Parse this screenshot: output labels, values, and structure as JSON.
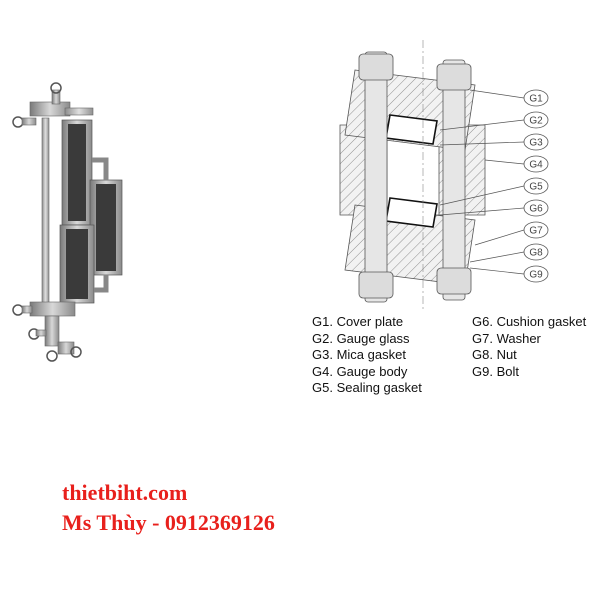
{
  "legend": {
    "col1": [
      {
        "id": "G1",
        "label": "G1. Cover plate"
      },
      {
        "id": "G2",
        "label": "G2. Gauge glass"
      },
      {
        "id": "G3",
        "label": "G3. Mica gasket"
      },
      {
        "id": "G4",
        "label": "G4. Gauge body"
      },
      {
        "id": "G5",
        "label": "G5. Sealing gasket"
      }
    ],
    "col2": [
      {
        "id": "G6",
        "label": "G6. Cushion gasket"
      },
      {
        "id": "G7",
        "label": "G7. Washer"
      },
      {
        "id": "G8",
        "label": "G8. Nut"
      },
      {
        "id": "G9",
        "label": "G9. Bolt"
      }
    ]
  },
  "callouts": [
    "G1",
    "G2",
    "G3",
    "G4",
    "G5",
    "G6",
    "G7",
    "G8",
    "G9"
  ],
  "contact": {
    "website": "thietbiht.com",
    "phone_line": "Ms Thùy - 0912369126"
  },
  "colors": {
    "contact_text": "#e8201c",
    "drawing_line": "#555555",
    "metal_fill": "#c8c8c8"
  }
}
